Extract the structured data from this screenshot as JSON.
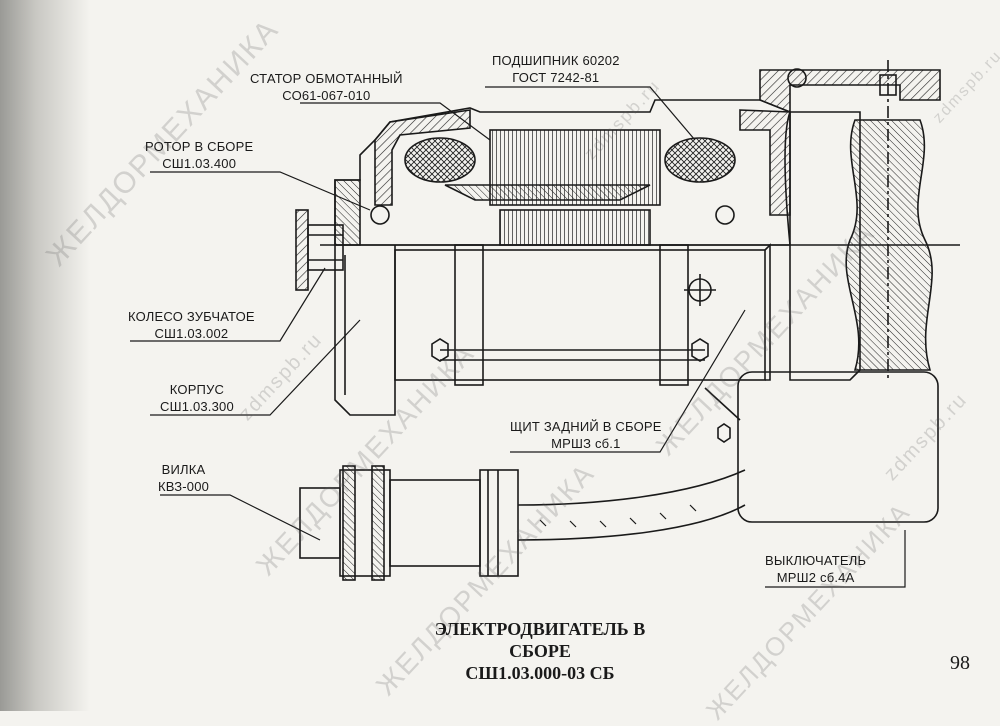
{
  "labels": {
    "stator": [
      "СТАТОР ОБМОТАННЫЙ",
      "СО61-067-010"
    ],
    "bearing": [
      "ПОДШИПНИК 60202",
      "ГОСТ 7242-81"
    ],
    "rotor": [
      "РОТОР В СБОРЕ",
      "СШ1.03.400"
    ],
    "gear": [
      "КОЛЕСО ЗУБЧАТОЕ",
      "СШ1.03.002"
    ],
    "housing": [
      "КОРПУС",
      "СШ1.03.300"
    ],
    "shield": [
      "ЩИТ ЗАДНИЙ В СБОРЕ",
      "МРШЗ сб.1"
    ],
    "plug": [
      "ВИЛКА",
      "КВЗ-000"
    ],
    "switch": [
      "ВЫКЛЮЧАТЕЛЬ",
      "МРШ2 сб.4А"
    ]
  },
  "title": [
    "ЭЛЕКТРОДВИГАТЕЛЬ В",
    "СБОРЕ",
    "СШ1.03.000-03 СБ"
  ],
  "page_number": "98",
  "watermarks": {
    "brand": "ЖЕЛДОРМЕХАНИКА",
    "site": "zdmspb.ru"
  }
}
